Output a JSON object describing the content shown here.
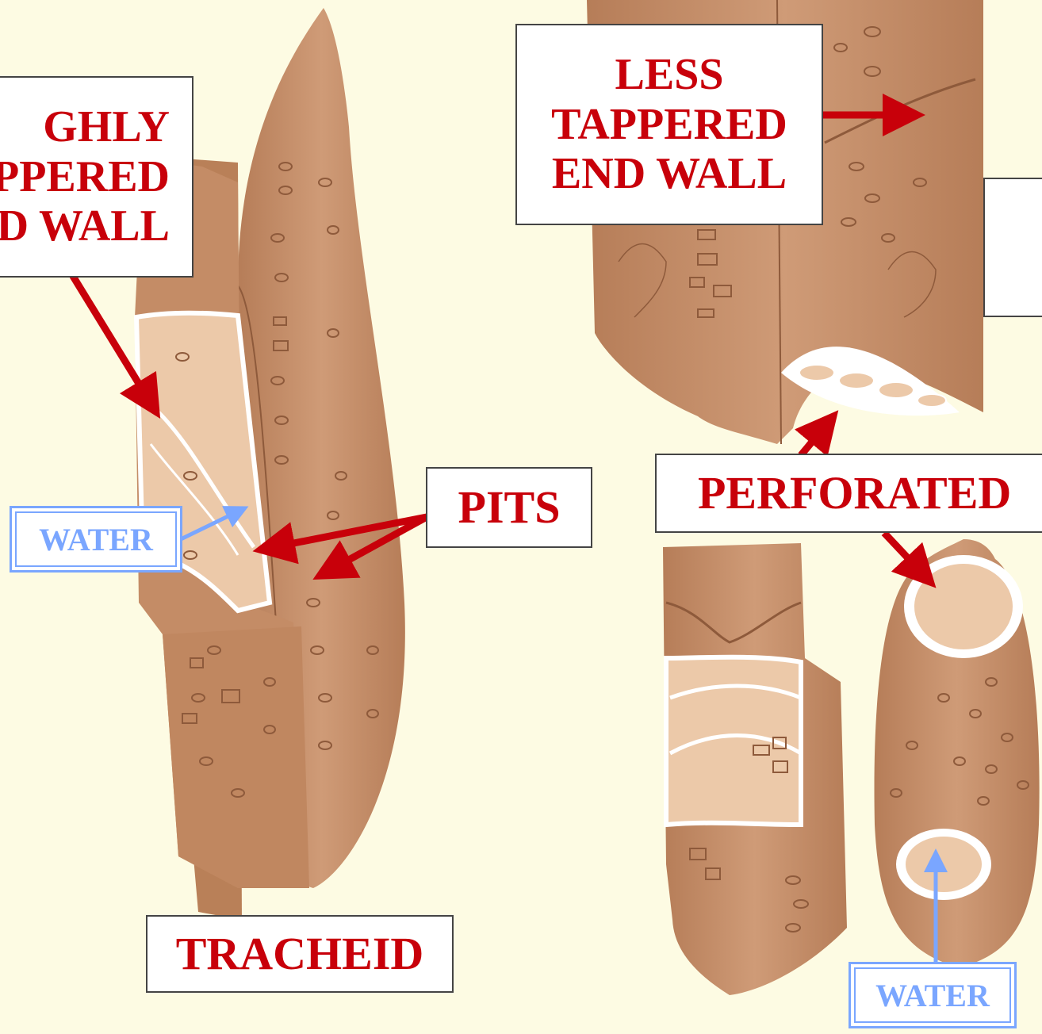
{
  "labels": {
    "highly_tapered": [
      "GHLY",
      "PPERED",
      "D WALL"
    ],
    "less_tapered": [
      "LESS",
      "TAPPERED",
      "END WALL"
    ],
    "pits": "PITS",
    "perforated": "PERFORATED",
    "tracheid": "TRACHEID",
    "water_left": "WATER",
    "water_right": "WATER"
  },
  "colors": {
    "background": "#fdfbe3",
    "cell": "#c99470",
    "cell_dark": "#a9714f",
    "cell_light": "#e9c6a6",
    "label_text": "#c8000a",
    "arrow_red": "#c8000a",
    "arrow_blue": "#7aa6ff"
  }
}
